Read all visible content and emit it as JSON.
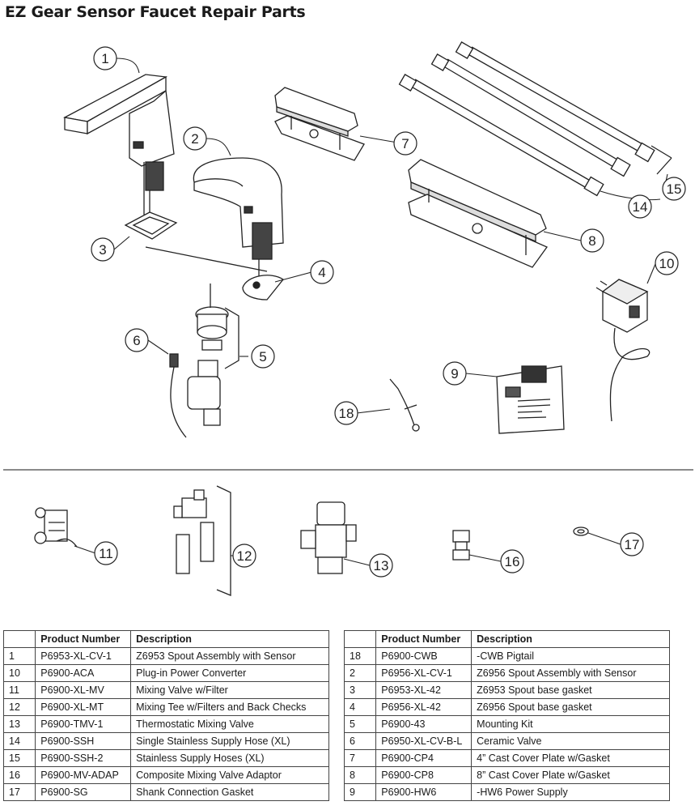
{
  "title": "EZ Gear Sensor Faucet Repair Parts",
  "callouts": [
    "1",
    "2",
    "3",
    "4",
    "5",
    "6",
    "7",
    "8",
    "9",
    "10",
    "11",
    "12",
    "13",
    "14",
    "15",
    "16",
    "17",
    "18"
  ],
  "table_headers": {
    "product": "Product Number",
    "description": "Description"
  },
  "left_table": [
    {
      "no": "1",
      "product": "P6953-XL-CV-1",
      "desc": "Z6953 Spout Assembly with Sensor"
    },
    {
      "no": "10",
      "product": "P6900-ACA",
      "desc": "Plug-in Power Converter"
    },
    {
      "no": "11",
      "product": "P6900-XL-MV",
      "desc": "Mixing Valve w/Filter"
    },
    {
      "no": "12",
      "product": "P6900-XL-MT",
      "desc": "Mixing Tee w/Filters and Back Checks"
    },
    {
      "no": "13",
      "product": "P6900-TMV-1",
      "desc": "Thermostatic Mixing Valve"
    },
    {
      "no": "14",
      "product": "P6900-SSH",
      "desc": "Single Stainless Supply Hose (XL)"
    },
    {
      "no": "15",
      "product": "P6900-SSH-2",
      "desc": "Stainless Supply Hoses (XL)"
    },
    {
      "no": "16",
      "product": "P6900-MV-ADAP",
      "desc": "Composite Mixing Valve Adaptor"
    },
    {
      "no": "17",
      "product": "P6900-SG",
      "desc": "Shank Connection Gasket"
    }
  ],
  "right_table": [
    {
      "no": "18",
      "product": "P6900-CWB",
      "desc": "-CWB Pigtail"
    },
    {
      "no": "2",
      "product": "P6956-XL-CV-1",
      "desc": "Z6956 Spout Assembly with Sensor"
    },
    {
      "no": "3",
      "product": "P6953-XL-42",
      "desc": "Z6953 Spout base gasket"
    },
    {
      "no": "4",
      "product": "P6956-XL-42",
      "desc": "Z6956 Spout base gasket"
    },
    {
      "no": "5",
      "product": "P6900-43",
      "desc": "Mounting Kit"
    },
    {
      "no": "6",
      "product": "P6950-XL-CV-B-L",
      "desc": "Ceramic Valve"
    },
    {
      "no": "7",
      "product": "P6900-CP4",
      "desc": "4” Cast Cover Plate w/Gasket"
    },
    {
      "no": "8",
      "product": "P6900-CP8",
      "desc": "8” Cast Cover Plate w/Gasket"
    },
    {
      "no": "9",
      "product": "P6900-HW6",
      "desc": "-HW6 Power Supply"
    }
  ]
}
